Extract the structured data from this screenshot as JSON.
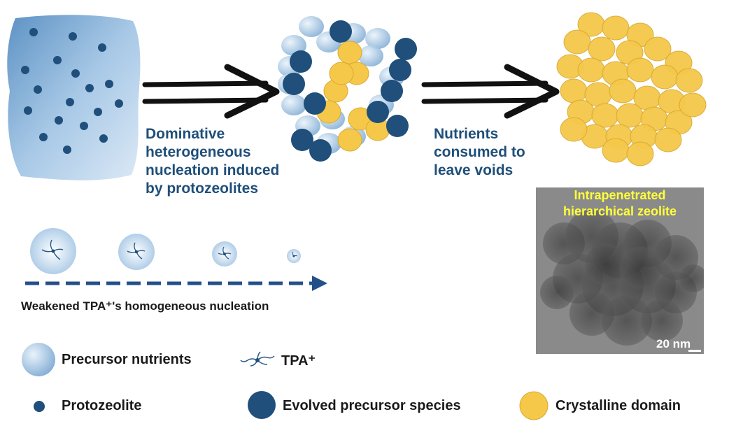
{
  "step1_label": [
    "Dominative",
    "heterogeneous",
    "nucleation induced",
    "by protozeolites"
  ],
  "step2_label": [
    "Nutrients",
    "consumed to",
    "leave voids"
  ],
  "tpa_caption": "Weakened TPA⁺'s homogeneous nucleation",
  "tem": {
    "title_line1": "Intrapenetrated",
    "title_line2": "hierarchical zeolite",
    "scale_label": "20 nm"
  },
  "legend": {
    "precursor_nutrients": "Precursor nutrients",
    "tpa": "TPA⁺",
    "protozeolite": "Protozeolite",
    "evolved_species": "Evolved precursor species",
    "crystalline_domain": "Crystalline domain"
  },
  "colors": {
    "precursor_light": "#bcd6ec",
    "precursor_dark": "#6f9fc8",
    "protozeolite": "#1f4f7a",
    "evolved": "#1f4f7a",
    "crystalline": "#f5c84a",
    "arrow_black": "#111111",
    "dashed_arrow": "#24508a",
    "label_blue": "#1f4f7a",
    "tem_title": "#ffff3a"
  }
}
